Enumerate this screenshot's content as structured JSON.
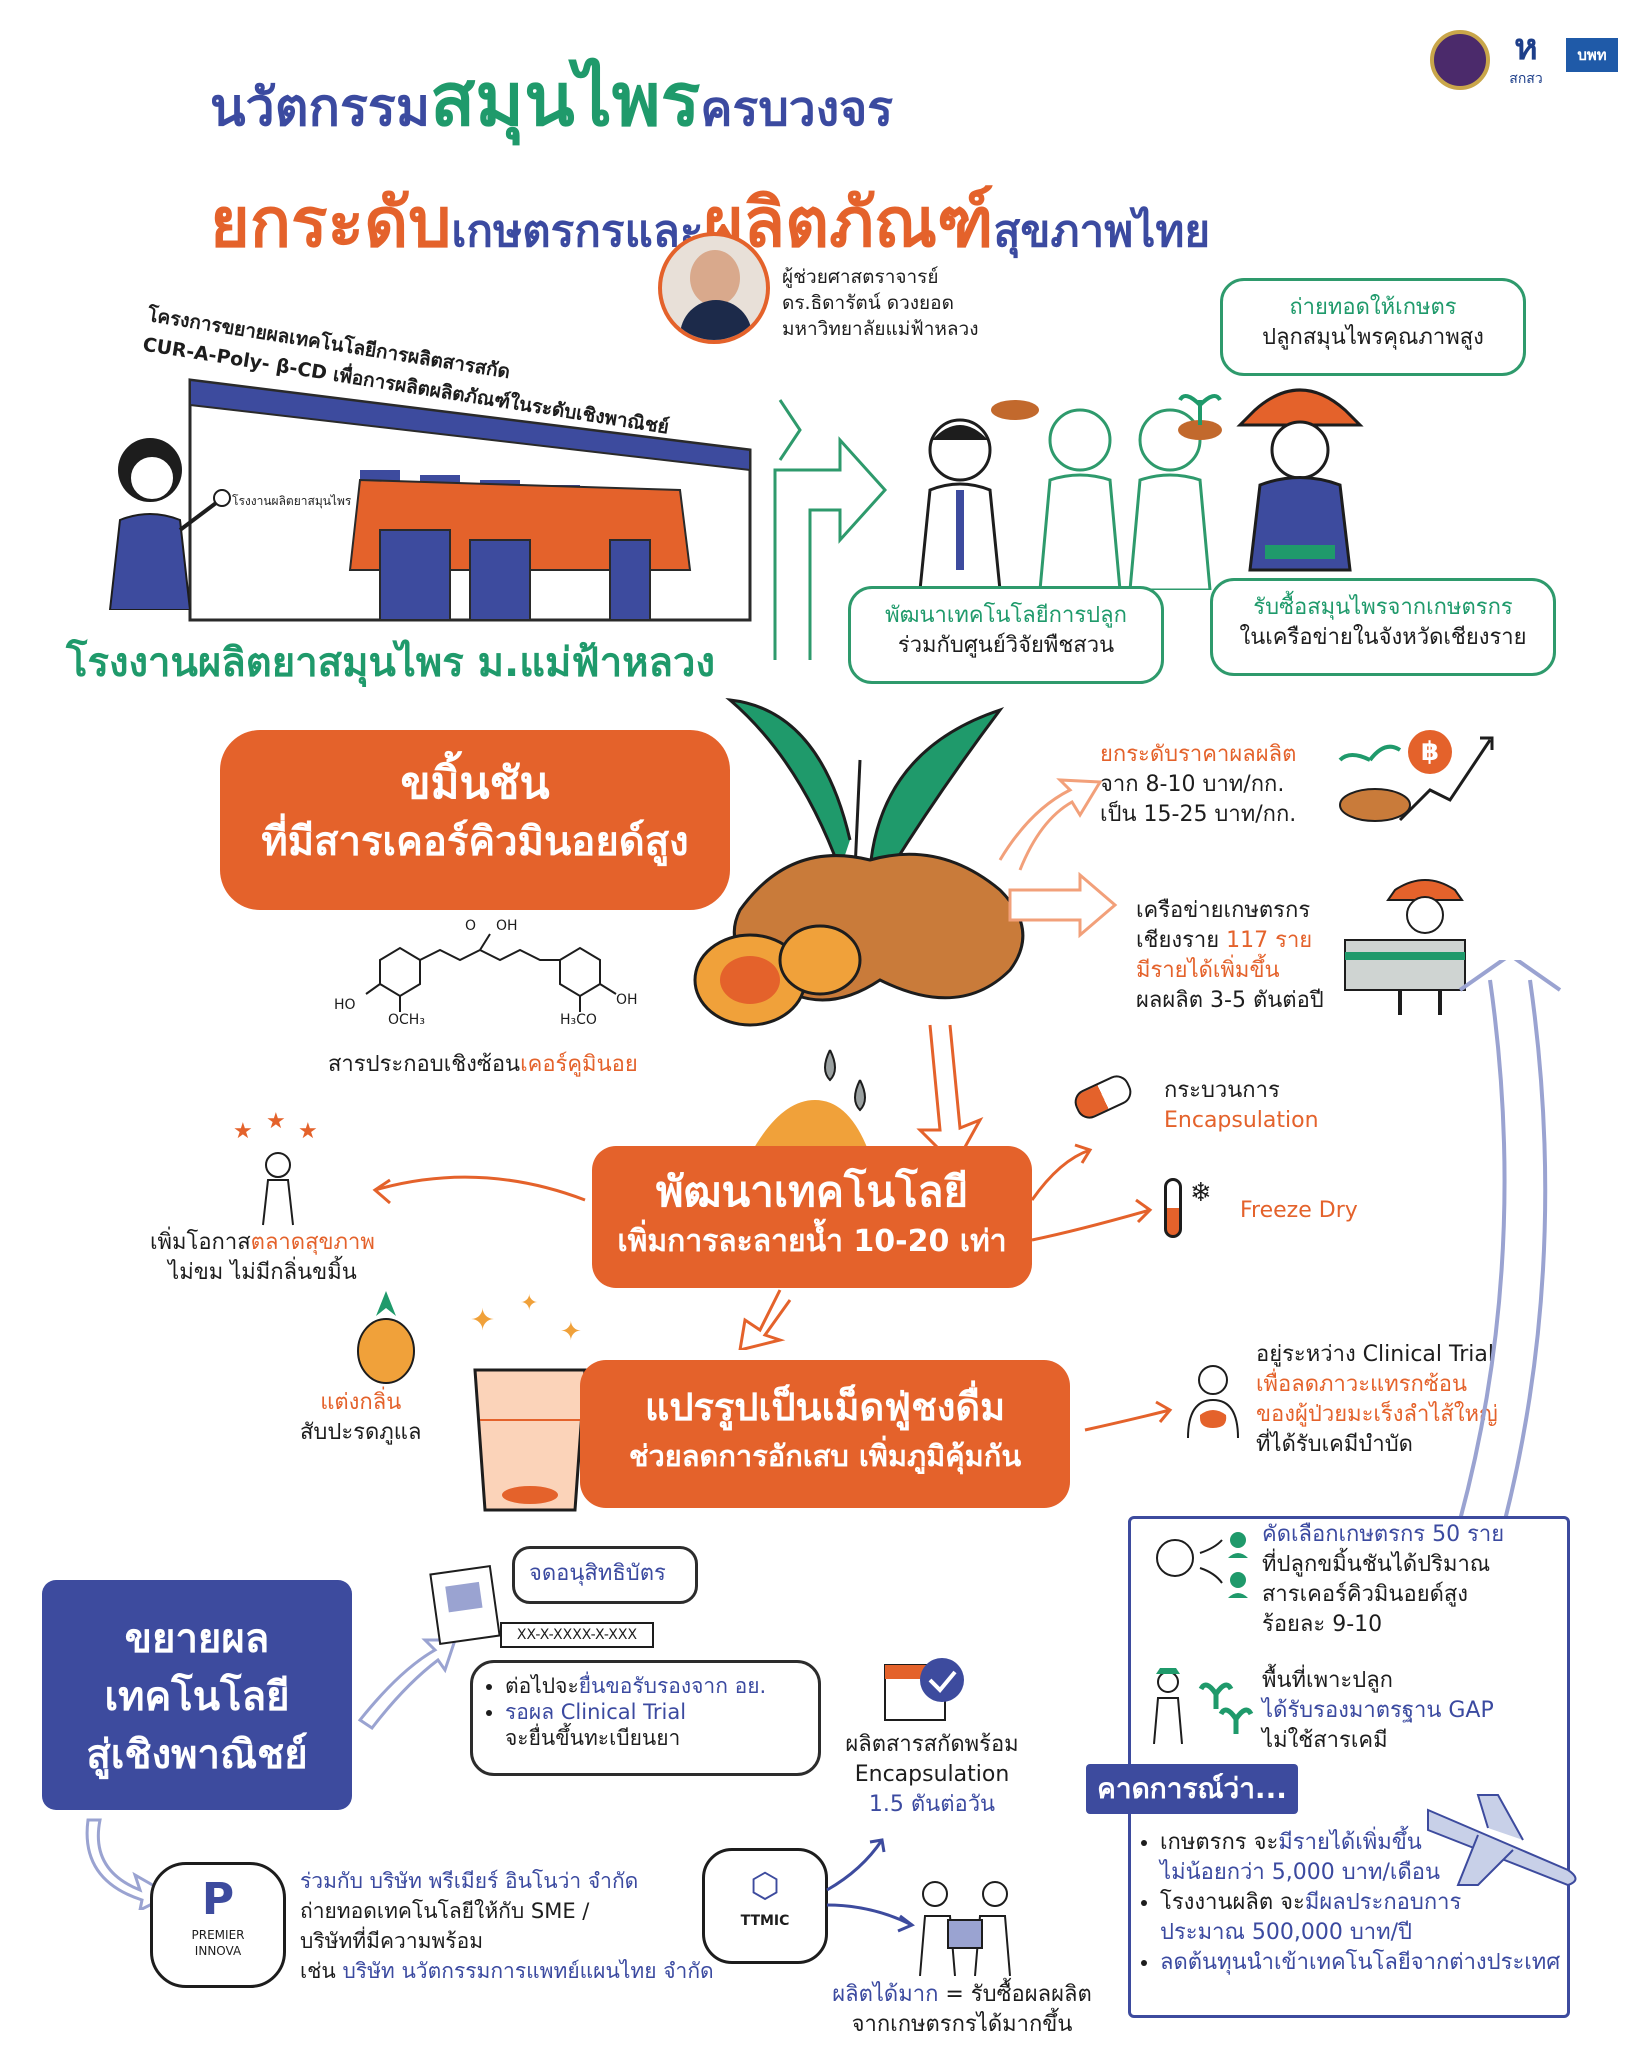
{
  "header": {
    "title_line1_a": "นวัตกรรม",
    "title_line1_b": "สมุนไพร",
    "title_line1_c": "ครบวงจร",
    "title_line2_a": "ยกระดับ",
    "title_line2_b": "เกษตรกรและ",
    "title_line2_c": "ผลิตภัณฑ์",
    "title_line2_d": "สุขภาพไทย",
    "logo_tsri": "สกสว",
    "logo_pmu": "บพท"
  },
  "researcher": {
    "line1": "ผู้ช่วยศาสตราจารย์",
    "line2": "ดร.ธิดารัตน์ ดวงยอด",
    "line3": "มหาวิทยาลัยแม่ฟ้าหลวง"
  },
  "project": {
    "line1": "โครงการขยายผลเทคโนโลยีการผลิตสารสกัด",
    "line2": "CUR-A-Poly- β-CD เพื่อการผลิตผลิตภัณฑ์ในระดับเชิงพาณิชย์",
    "building_sign": "โรงงานผลิตยาสมุนไพร",
    "factory_name": "โรงงานผลิตยาสมุนไพร ม.แม่ฟ้าหลวง"
  },
  "bubbles": {
    "transfer_1": "ถ่ายทอดให้เกษตร",
    "transfer_2": "ปลูกสมุนไพรคุณภาพสูง",
    "develop_1": "พัฒนาเทคโนโลยีการปลูก",
    "develop_2": "ร่วมกับศูนย์วิจัยพืชสวน",
    "buy_1": "รับซื้อสมุนไพรจากเกษตรกร",
    "buy_2": "ในเครือข่ายในจังหวัดเชียงราย"
  },
  "turmeric": {
    "title1": "ขมิ้นชัน",
    "title2": "ที่มีสารเคอร์คิวมินอยด์สูง",
    "compound_label_a": "สารประกอบเชิงซ้อน",
    "compound_label_b": "เคอร์คูมินอย",
    "chem_ho": "HO",
    "chem_och3": "OCH₃",
    "chem_o": "O",
    "chem_oh_top": "OH",
    "chem_h3co": "H₃CO",
    "chem_oh_right": "OH"
  },
  "price": {
    "line1": "ยกระดับราคาผลผลิต",
    "line2": "จาก 8-10 บาท/กก.",
    "line3": "เป็น 15-25 บาท/กก.",
    "baht_icon": "฿"
  },
  "network": {
    "line1": "เครือข่ายเกษตรกร",
    "line2a": "เชียงราย ",
    "line2b": "117 ราย",
    "line3": "มีรายได้เพิ่มขึ้น",
    "line4": "ผลผลิต 3-5 ตันต่อปี"
  },
  "tech": {
    "title1": "พัฒนาเทคโนโลยี",
    "title2": "เพิ่มการละลายน้ำ 10-20 เท่า",
    "encap1": "กระบวนการ",
    "encap2": "Encapsulation",
    "freeze": "Freeze Dry",
    "market1a": "เพิ่มโอกาส",
    "market1b": "ตลาดสุขภาพ",
    "market2": "ไม่ขม ไม่มีกลิ่นขมิ้น",
    "flavor1": "แต่งกลิ่น",
    "flavor2": "สับปะรดภูแล"
  },
  "tablet": {
    "title1": "แปรรูปเป็นเม็ดฟู่ชงดื่ม",
    "title2": "ช่วยลดการอักเสบ เพิ่มภูมิคุ้มกัน",
    "clinical1": "อยู่ระหว่าง Clinical Trial",
    "clinical2": "เพื่อลดภาวะแทรกซ้อน",
    "clinical3": "ของผู้ป่วยมะเร็งลำไส้ใหญ่",
    "clinical4": "ที่ได้รับเคมีบำบัด"
  },
  "commercial": {
    "title1": "ขยายผล",
    "title2": "เทคโนโลยี",
    "title3": "สู่เชิงพาณิชย์",
    "patent": "จดอนุสิทธิบัตร",
    "patent_no": "XX-X-XXXX-X-XXX",
    "next1a": "ต่อไปจะ",
    "next1b": "ยื่นขอรับรองจาก อย.",
    "next2a": "รอผล Clinical Trial",
    "next2b": "จะยื่นขึ้นทะเบียนยา",
    "produce1": "ผลิตสารสกัดพร้อม",
    "produce2": "Encapsulation",
    "produce3": "1.5 ตันต่อวัน",
    "partner_logo1": "PREMIER",
    "partner_logo2": "INNOVA",
    "partner1a": "ร่วมกับ ",
    "partner1b": "บริษัท พรีเมียร์ อินโนว่า จำกัด",
    "partner2": "ถ่ายทอดเทคโนโลยีให้กับ SME /",
    "partner3": "บริษัทที่มีความพร้อม",
    "partner4a": "เช่น ",
    "partner4b": "บริษัท นวัตกรรมการแพทย์แผนไทย จำกัด",
    "ttmic": "TTMIC",
    "more1a": "ผลิตได้มาก",
    "more1b": " = รับซื้อผลผลิต",
    "more2": "จากเกษตรกรได้มากขึ้น"
  },
  "scroll": {
    "select1": "คัดเลือกเกษตรกร 50 ราย",
    "select2": "ที่ปลูกขมิ้นชันได้ปริมาณ",
    "select3": "สารเคอร์คิวมินอยด์สูง",
    "select4": "ร้อยละ 9-10",
    "gap1": "พื้นที่เพาะปลูก",
    "gap2": "ได้รับรองมาตรฐาน GAP",
    "gap3": "ไม่ใช้สารเคมี",
    "expect": "คาดการณ์ว่า...",
    "b1a": "เกษตรกร จะ",
    "b1b": "มีรายได้เพิ่มขึ้น",
    "b1c": "ไม่น้อยกว่า 5,000 บาท/เดือน",
    "b2a": "โรงงานผลิต จะ",
    "b2b": "มีผลประกอบการ",
    "b2c": "ประมาณ 500,000 บาท/ปี",
    "b3": "ลดต้นทุนนำเข้าเทคโนโลยีจากต่างประเทศ"
  },
  "colors": {
    "orange": "#e4622b",
    "green": "#1f9a6b",
    "navy": "#3d4b9e"
  }
}
